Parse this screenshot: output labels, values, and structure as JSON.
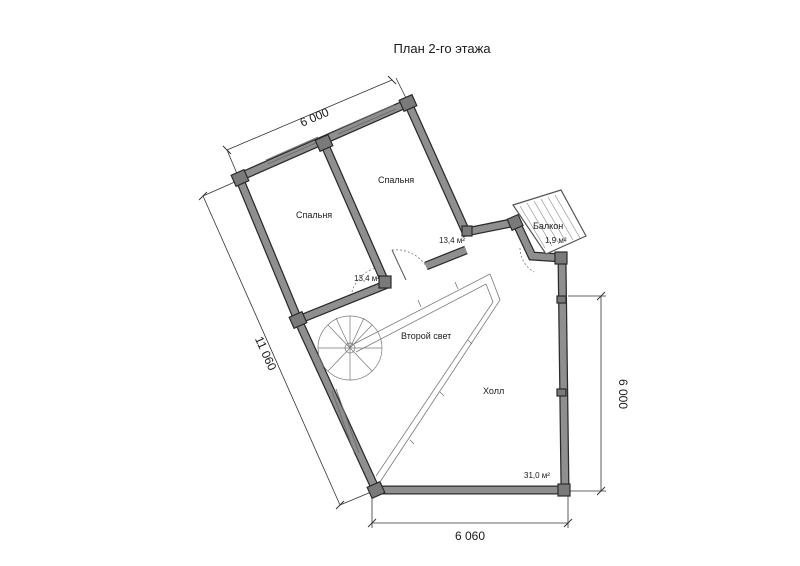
{
  "title": "План 2-го этажа",
  "rooms": [
    {
      "name": "Спальня",
      "area": "13,4 м²"
    },
    {
      "name": "Спальня",
      "area": "13,4 м²"
    },
    {
      "name": "Балкон",
      "area": "1,9 м²"
    },
    {
      "name": "Второй свет",
      "area": ""
    },
    {
      "name": "Холл",
      "area": "31,0 м²"
    }
  ],
  "dimensions": {
    "top": "6 000",
    "left": "11 060",
    "right": "6 000",
    "bottom": "6 060"
  }
}
